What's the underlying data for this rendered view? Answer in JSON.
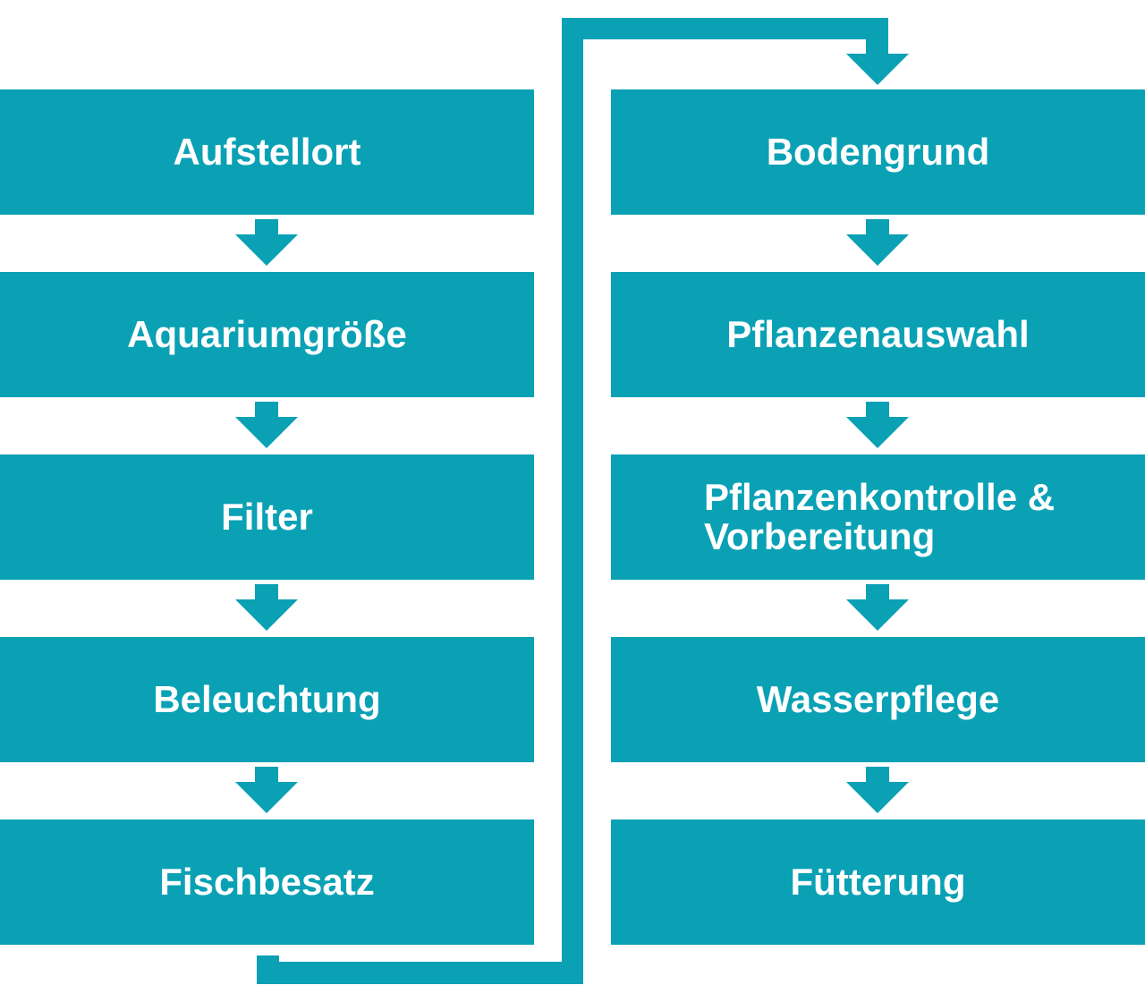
{
  "colors": {
    "accent": "#0aa1b5",
    "text_on_accent": "#ffffff",
    "background": "#ffffff"
  },
  "flowchart": {
    "left_column": {
      "steps": [
        {
          "label": "Aufstellort"
        },
        {
          "label": "Aquariumgröße"
        },
        {
          "label": "Filter"
        },
        {
          "label": "Beleuchtung"
        },
        {
          "label": "Fischbesatz"
        }
      ]
    },
    "right_column": {
      "steps": [
        {
          "label": "Bodengrund"
        },
        {
          "label": "Pflanzenauswahl"
        },
        {
          "label": "Pflanzenkontrolle & Vorbereitung"
        },
        {
          "label": "Wasserpflege"
        },
        {
          "label": "Fütterung"
        }
      ]
    },
    "connector": {
      "from": "Fischbesatz",
      "to": "Bodengrund"
    }
  }
}
